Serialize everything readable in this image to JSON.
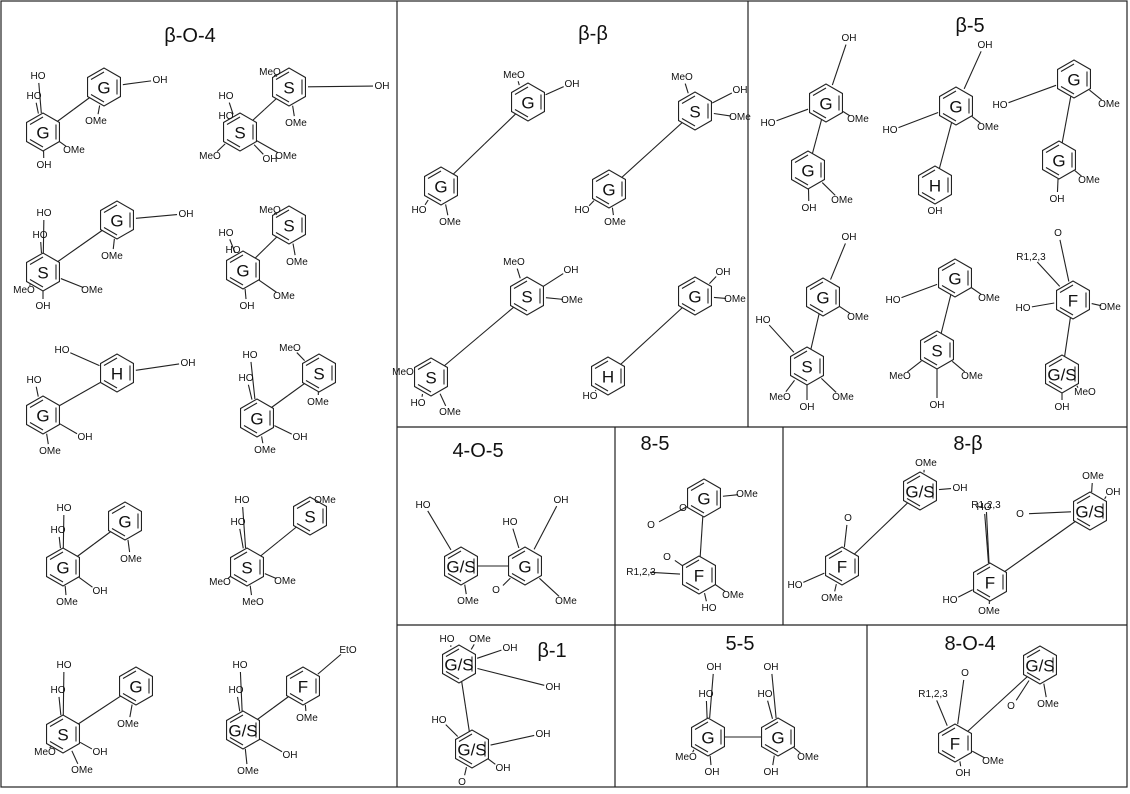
{
  "panels": [
    {
      "key": "b-o-4",
      "title": "β-O-4",
      "structures": [
        {
          "rings": [
            "G",
            "G"
          ],
          "labels": [
            "HO",
            "HO",
            "OMe",
            "OH",
            "OMe",
            "OH"
          ]
        },
        {
          "rings": [
            "S",
            "S"
          ],
          "labels": [
            "MeO",
            "HO",
            "HO",
            "OMe",
            "OH",
            "MeO",
            "OMe",
            "OH"
          ]
        },
        {
          "rings": [
            "G",
            "S"
          ],
          "labels": [
            "HO",
            "HO",
            "OMe",
            "OH",
            "MeO",
            "OMe",
            "OH"
          ]
        },
        {
          "rings": [
            "S",
            "G"
          ],
          "labels": [
            "MeO",
            "HO",
            "HO",
            "OMe",
            "OH",
            "OMe",
            "OH"
          ]
        },
        {
          "rings": [
            "H",
            "G"
          ],
          "labels": [
            "HO",
            "HO",
            "OH",
            "OMe",
            "OH"
          ]
        },
        {
          "rings": [
            "S",
            "G"
          ],
          "labels": [
            "MeO",
            "HO",
            "HO",
            "OMe",
            "OMe",
            "OH"
          ]
        },
        {
          "rings": [
            "G",
            "G"
          ],
          "labels": [
            "HO",
            "HO",
            "OMe",
            "OMe",
            "OH"
          ]
        },
        {
          "rings": [
            "S",
            "S"
          ],
          "labels": [
            "HO",
            "HO",
            "MeO",
            "OMe",
            "MeO",
            "OMe",
            "OH"
          ]
        },
        {
          "rings": [
            "G",
            "S"
          ],
          "labels": [
            "HO",
            "HO",
            "OMe",
            "MeO",
            "OMe",
            "OH"
          ]
        },
        {
          "rings": [
            "F",
            "G/S"
          ],
          "labels": [
            "EtO",
            "HO",
            "HO",
            "OMe",
            "OMe",
            "OH"
          ]
        }
      ]
    },
    {
      "key": "b-b",
      "title": "β-β",
      "structures": [
        {
          "rings": [
            "G",
            "G"
          ],
          "labels": [
            "MeO",
            "OH",
            "HO",
            "OMe"
          ]
        },
        {
          "rings": [
            "S",
            "G"
          ],
          "labels": [
            "MeO",
            "OH",
            "OMe",
            "HO",
            "OMe"
          ]
        },
        {
          "rings": [
            "S",
            "S"
          ],
          "labels": [
            "MeO",
            "OH",
            "OMe",
            "MeO",
            "HO",
            "OMe"
          ]
        },
        {
          "rings": [
            "G",
            "H"
          ],
          "labels": [
            "OH",
            "OMe",
            "HO"
          ]
        }
      ]
    },
    {
      "key": "b-5",
      "title": "β-5",
      "structures": [
        {
          "rings": [
            "G",
            "G"
          ],
          "labels": [
            "OH",
            "HO",
            "OMe",
            "OMe",
            "OH"
          ]
        },
        {
          "rings": [
            "G",
            "H"
          ],
          "labels": [
            "OH",
            "HO",
            "OMe",
            "OH"
          ]
        },
        {
          "rings": [
            "G",
            "G"
          ],
          "labels": [
            "HO",
            "OMe",
            "OMe",
            "OH"
          ]
        },
        {
          "rings": [
            "G",
            "S"
          ],
          "labels": [
            "OH",
            "HO",
            "OMe",
            "MeO",
            "OMe",
            "OH"
          ]
        },
        {
          "rings": [
            "G",
            "S"
          ],
          "labels": [
            "HO",
            "OMe",
            "MeO",
            "OMe",
            "OH"
          ]
        },
        {
          "rings": [
            "F",
            "G/S"
          ],
          "labels": [
            "R1,2,3",
            "O",
            "HO",
            "OMe",
            "MeO",
            "OH"
          ]
        }
      ]
    },
    {
      "key": "4-o-5",
      "title": "4-O-5",
      "structures": [
        {
          "rings": [
            "G/S",
            "G"
          ],
          "labels": [
            "HO",
            "OH",
            "HO",
            "OMe",
            "O",
            "OMe"
          ]
        }
      ]
    },
    {
      "key": "8-5",
      "title": "8-5",
      "structures": [
        {
          "rings": [
            "G",
            "F"
          ],
          "labels": [
            "OMe",
            "O",
            "O",
            "O",
            "R1,2,3",
            "OMe",
            "HO"
          ]
        }
      ]
    },
    {
      "key": "8-b",
      "title": "8-β",
      "structures": [
        {
          "rings": [
            "G/S",
            "F"
          ],
          "labels": [
            "OMe",
            "OH",
            "O",
            "HO",
            "OMe"
          ]
        },
        {
          "rings": [
            "G/S",
            "F"
          ],
          "labels": [
            "R1,2,3",
            "OMe",
            "OH",
            "HO",
            "O",
            "HO",
            "OMe"
          ]
        }
      ]
    },
    {
      "key": "b-1",
      "title": "β-1",
      "structures": [
        {
          "rings": [
            "G/S",
            "G/S"
          ],
          "labels": [
            "HO",
            "OMe",
            "HO",
            "OH",
            "OH",
            "OH",
            "O",
            "OH"
          ]
        }
      ]
    },
    {
      "key": "5-5",
      "title": "5-5",
      "structures": [
        {
          "rings": [
            "G",
            "G"
          ],
          "labels": [
            "OH",
            "HO",
            "OH",
            "HO",
            "MeO",
            "OH",
            "OH",
            "OMe"
          ]
        }
      ]
    },
    {
      "key": "8-o-4",
      "title": "8-O-4",
      "structures": [
        {
          "rings": [
            "G/S",
            "F"
          ],
          "labels": [
            "R1,2,3",
            "O",
            "O",
            "OMe",
            "OMe",
            "OH"
          ]
        }
      ]
    }
  ]
}
